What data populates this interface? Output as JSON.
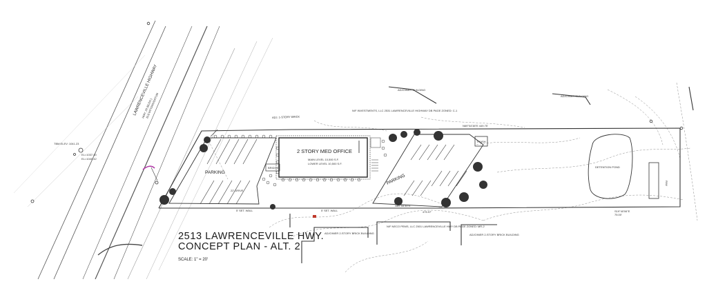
{
  "title": {
    "line1": "2513 LAWRENCEVILLE HWY.",
    "line2": "CONCEPT PLAN - ALT. 2",
    "scale": "SCALE: 1\" = 20'"
  },
  "labels": {
    "building": "2 STORY MED OFFICE",
    "building_level_1": "MAIN LEVEL  10,500 S.F.",
    "building_level_2": "LOWER LEVEL  10,500 S.F.",
    "parking_west": "PARKING",
    "parking_east": "PARKING",
    "detention_pond": "DETENTION POND",
    "highway": "LAWRENCEVILLE HIGHWAY",
    "bridge": "BRIDGE",
    "drive": "22' DRIVE",
    "set_wall_1": "5' SET. WALL",
    "set_wall_2": "5' SET. WALL",
    "trash": "TRASH",
    "adjoiner_top_1": "ADJOINER BUILDING",
    "adjoiner_top_2": "ADJOINER BUILDING",
    "adjoiner_north": "ADJ. 1-STORY BRICK",
    "owner_north": "N/F  INVESTMENTS, LLC  2531 LAWRENCEVILLE HIGHWAY  DB PAGE  ZONED: C-1",
    "adjoiner_south_1": "ADJOINER  2-STORY BRICK  BUILDING",
    "adjoiner_south_2": "N/F  NECO PEMS, LLC  2501 LAWRENCEVILLE HWY  DB PAGE  ZONED: MR-2",
    "adjoiner_south_3": "ADJOINER  2-STORY BRICK  BUILDING",
    "bearing_top": "N69°04'38\"E  449.75'",
    "bearing_bottom_1": "N69°54'30\"E",
    "bearing_bottom_2": "475.97'",
    "bearing_east": "S19°40'06\"E",
    "bearing_east_2": "75.00'",
    "row_label": "R/W",
    "pole_label_1": "TBM  ELEV: 1041.23",
    "pole_label_2": "EL=1037.40",
    "pole_label_3": "EL=1040.42",
    "hwy_label": "HWY. 29 (BLDG.)",
    "hwy_label_2": "ELEVATIONS/DATUM"
  },
  "colors": {
    "line": "#3a3a3a",
    "contour": "#8a8a8a",
    "accent": "#b23aa8"
  }
}
